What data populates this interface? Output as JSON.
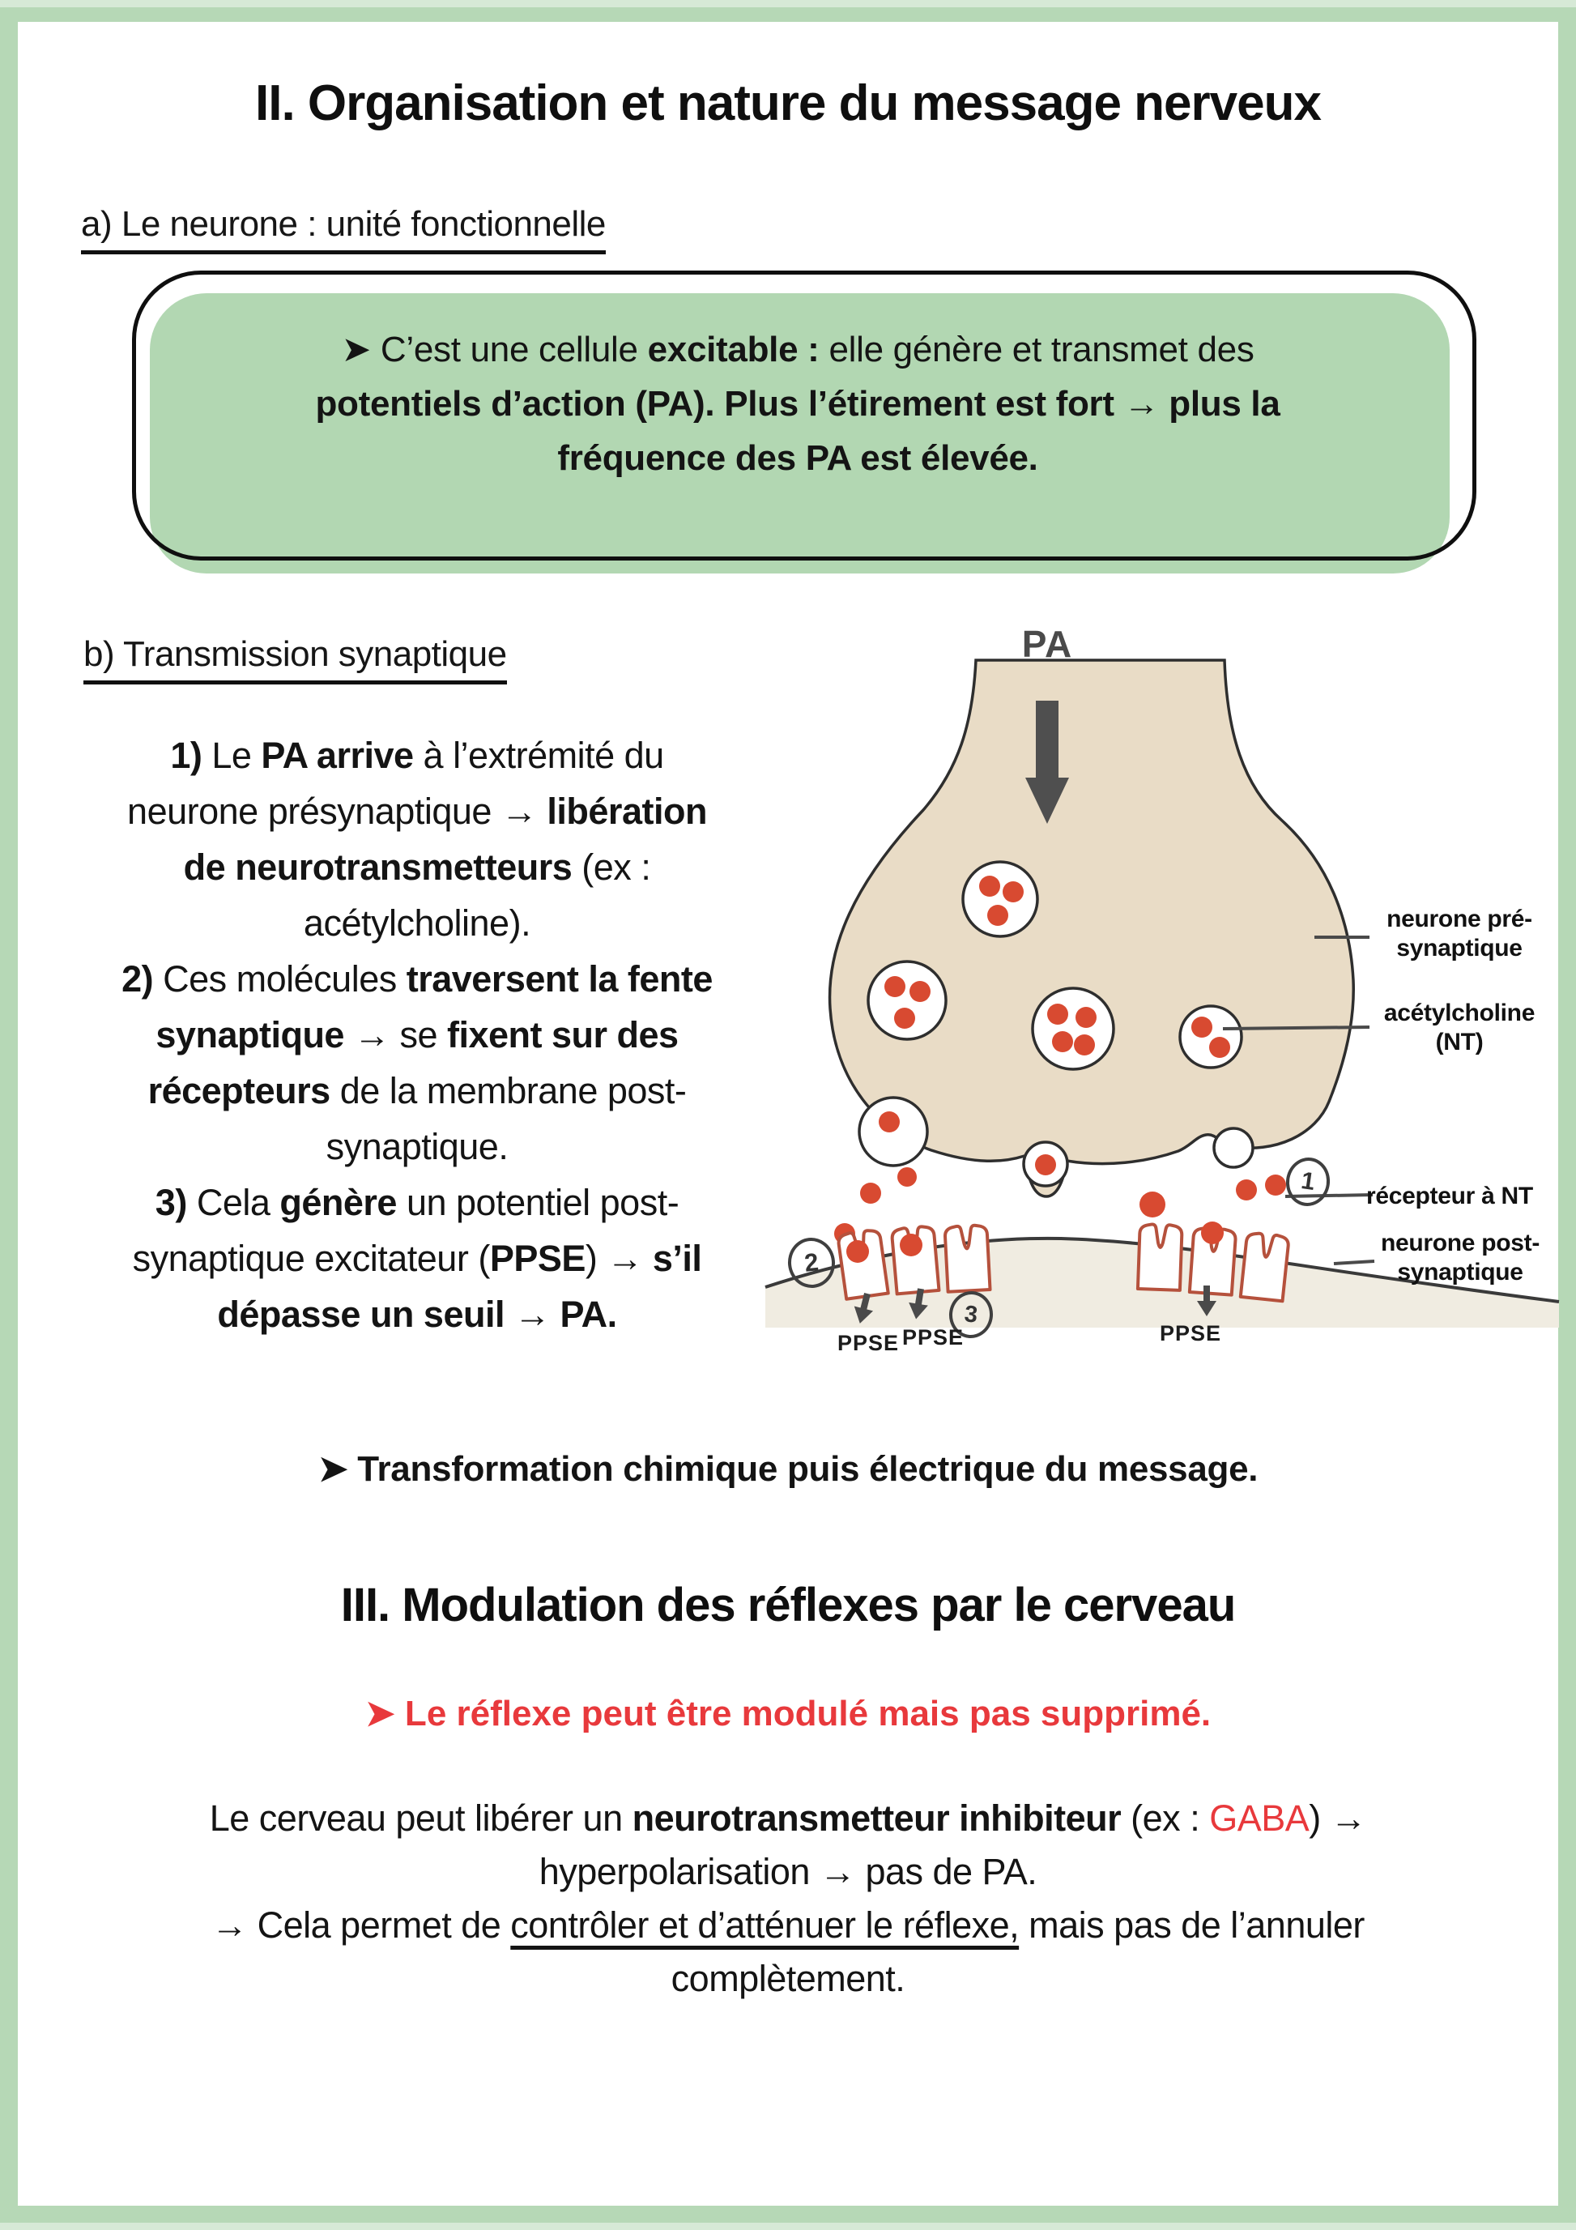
{
  "page": {
    "title": "II. Organisation et nature du message nerveux",
    "section_a_heading": "a) Le neurone : unité fonctionnelle",
    "section_b_heading": "b) Transmission synaptique ",
    "section_iii_heading": "III. Modulation des réflexes par le cerveau",
    "box_lines": [
      [
        {
          "t": "➤ C’est une cellule "
        },
        {
          "t": "excitable :",
          "b": true
        },
        {
          "t": " elle génère et transmet des"
        }
      ],
      [
        {
          "t": "potentiels d’action (PA). Plus l’étirement est fort → plus la",
          "b": true
        }
      ],
      [
        {
          "t": "fréquence des PA est élevée.",
          "b": true
        }
      ]
    ],
    "steps_lines": [
      [
        {
          "t": "1)",
          "b": true
        },
        {
          "t": " Le "
        },
        {
          "t": "PA arrive",
          "b": true
        },
        {
          "t": " à l’extrémité du"
        }
      ],
      [
        {
          "t": "neurone présynaptique → "
        },
        {
          "t": "libération",
          "b": true
        }
      ],
      [
        {
          "t": "de neurotransmetteurs",
          "b": true
        },
        {
          "t": " (ex :"
        }
      ],
      [
        {
          "t": "acétylcholine)."
        }
      ],
      [
        {
          "t": "2)",
          "b": true
        },
        {
          "t": " Ces molécules "
        },
        {
          "t": "traversent la fente",
          "b": true
        }
      ],
      [
        {
          "t": "synaptique",
          "b": true
        },
        {
          "t": " → se "
        },
        {
          "t": "fixent sur des",
          "b": true
        }
      ],
      [
        {
          "t": "récepteurs",
          "b": true
        },
        {
          "t": " de la membrane post-"
        }
      ],
      [
        {
          "t": "synaptique."
        }
      ],
      [
        {
          "t": "3)",
          "b": true
        },
        {
          "t": " Cela "
        },
        {
          "t": "génère",
          "b": true
        },
        {
          "t": " un potentiel post-"
        }
      ],
      [
        {
          "t": "synaptique excitateur ("
        },
        {
          "t": "PPSE",
          "b": true
        },
        {
          "t": ") → "
        },
        {
          "t": "s’il",
          "b": true
        }
      ],
      [
        {
          "t": "dépasse un seuil → PA.",
          "b": true
        }
      ]
    ],
    "transformation_lines": [
      [
        {
          "t": "➤ Transformation chimique puis électrique du message.",
          "b": true
        }
      ]
    ],
    "red_note_lines": [
      [
        {
          "t": "➤ Le réflexe peut être modulé mais pas supprimé.",
          "b": true,
          "red": true
        }
      ]
    ],
    "brain_lines": [
      [
        {
          "t": "Le cerveau peut libérer un "
        },
        {
          "t": "neurotransmetteur inhibiteur",
          "b": true
        },
        {
          "t": " (ex : "
        },
        {
          "t": "GABA",
          "red": true
        },
        {
          "t": ") →"
        }
      ],
      [
        {
          "t": "hyperpolarisation → pas de PA."
        }
      ],
      [
        {
          "t": "→ Cela permet de "
        },
        {
          "t": "contrôler et d’atténuer le réflexe,",
          "u": true
        },
        {
          "t": " mais pas de l’annuler"
        }
      ],
      [
        {
          "t": "complètement."
        }
      ]
    ]
  },
  "diagram": {
    "pa": "PA",
    "label_pre": "neurone pré-\nsynaptique",
    "label_acetyl": "acétylcholine\n(NT)",
    "label_receptor": "récepteur à NT",
    "label_post": "neurone post-\nsynaptique",
    "ppse": "PPSE",
    "n1": "1",
    "n2": "2",
    "n3": "3"
  },
  "colors": {
    "frame_green": "#b6d8b6",
    "box_green": "#b2d7b2",
    "accent_red": "#e8393c",
    "neuron_beige": "#e9dcc6",
    "membrane_beige": "#f0ece1",
    "dot_red": "#d84a31",
    "receptor_outline": "#b5513c",
    "dark_gray": "#4a4a4a"
  }
}
